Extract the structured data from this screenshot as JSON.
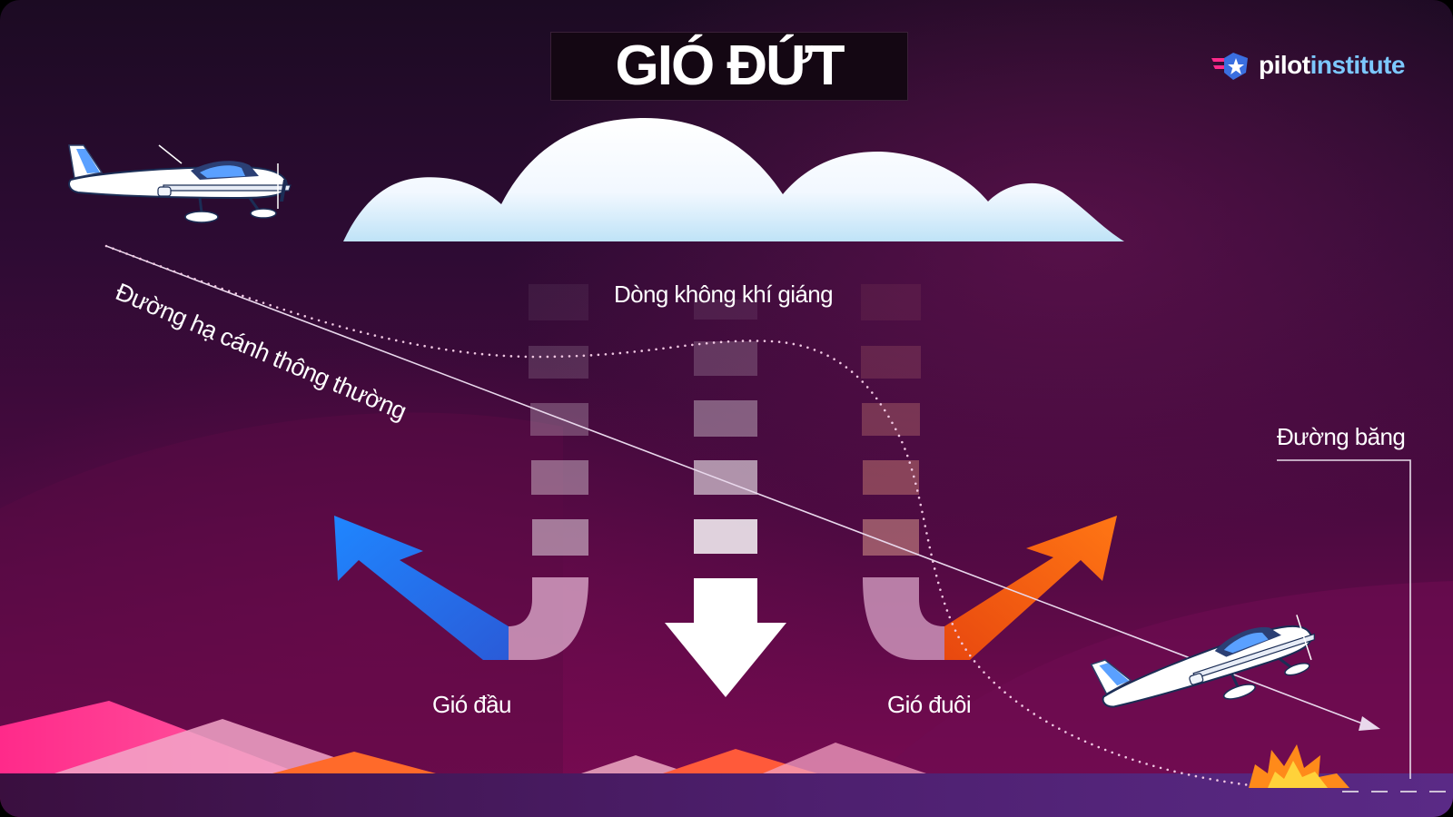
{
  "title": "GIÓ ĐỨT",
  "brand": {
    "part1": "pilot",
    "part2": "institute"
  },
  "labels": {
    "downdraft": "Dòng không khí giáng",
    "headwind": "Gió đầu",
    "tailwind": "Gió đuôi",
    "runway": "Đường băng",
    "normal_path": "Đường hạ cánh thông thường"
  },
  "colors": {
    "headwind": "#1f7bff",
    "tailwind": "#ff6a14",
    "downdraft": "#ffffff",
    "cloud": "#ffffff",
    "brand_accent": "#7cc8ff"
  },
  "icons": [
    "airplane-icon",
    "cloud-icon",
    "explosion-icon",
    "logo-icon"
  ]
}
